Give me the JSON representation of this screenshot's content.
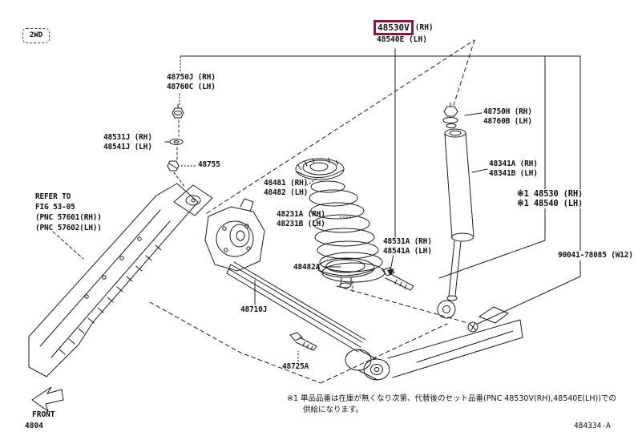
{
  "figure": {
    "drive_type_badge": "2WD",
    "front_label": "FRONT",
    "page_code": "4804",
    "drawing_code": "484334-A",
    "highlight_color": "#8e1638"
  },
  "reference_note": {
    "line1": "REFER TO",
    "line2": "FIG 53-05",
    "line3": "(PNC 57601(RH))",
    "line4": "(PNC 57602(LH))"
  },
  "parts": {
    "p48530V": {
      "number": "48530V",
      "side": "(RH)",
      "pair": "48540E (LH)"
    },
    "p48750J": {
      "l1": "48750J (RH)",
      "l2": "48760C (LH)"
    },
    "p48531J": {
      "l1": "48531J (RH)",
      "l2": "48541J (LH)"
    },
    "p48755": {
      "l1": "48755"
    },
    "p48481": {
      "l1": "48481 (RH)",
      "l2": "48482 (LH)"
    },
    "p48231A": {
      "l1": "48231A (RH)",
      "l2": "48231B (LH)"
    },
    "p48482A": {
      "l1": "48482A"
    },
    "p48531A": {
      "l1": "48531A (RH)",
      "l2": "48541A (LH)"
    },
    "p48710J": {
      "l1": "48710J"
    },
    "p48725A": {
      "l1": "48725A"
    },
    "p48750H": {
      "l1": "48750H (RH)",
      "l2": "48760B (LH)"
    },
    "p48341A": {
      "l1": "48341A (RH)",
      "l2": "48341B (LH)"
    },
    "p48530_ref": {
      "l1": "※1 48530 (RH)",
      "l2": "※1 48540 (LH)"
    },
    "p90041": {
      "l1": "90041-78085 (W12)"
    }
  },
  "footnote": {
    "line1": "※1 単品品番は在庫が無くなり次第、代替後のセット品番(PNC 48530V(RH),48540E(LH))での",
    "line2": "供給になります。"
  }
}
